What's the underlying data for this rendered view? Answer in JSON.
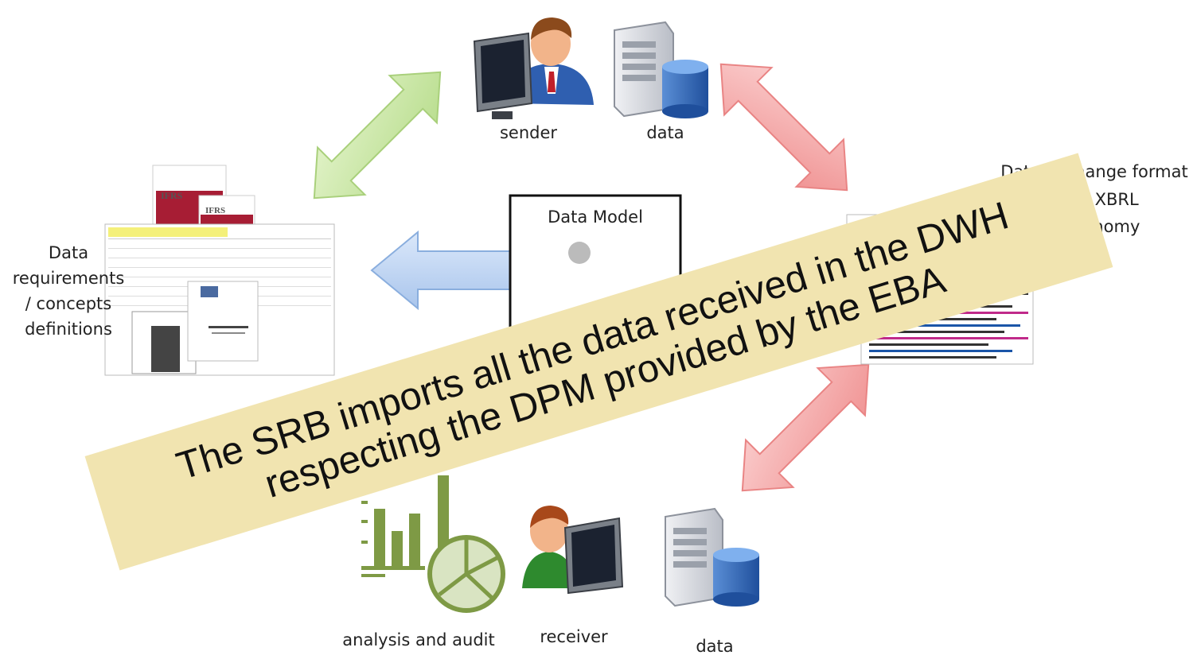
{
  "labels": {
    "sender": "sender",
    "data_top": "data",
    "data_exchange_line1": "Data exchange format",
    "data_exchange_line2": "e.g. XBRL",
    "data_exchange_line3": "taxonomy",
    "data_requirements_line1": "Data",
    "data_requirements_line2": "requirements",
    "data_requirements_line3": "/ concepts",
    "data_requirements_line4": "definitions",
    "data_model": "Data Model",
    "analysis": "analysis and audit",
    "receiver": "receiver",
    "data_bottom": "data"
  },
  "document_snippets": {
    "ifrs_logo": "IFRS"
  },
  "banner": {
    "line1": "The SRB imports all the data received in the DWH",
    "line2": "respecting the DPM provided by the EBA"
  },
  "colors": {
    "green_arrow": "#c6e6a0",
    "red_arrow": "#f4a3a3",
    "blue_arrow": "#bcd4f2",
    "banner": "#f1e4b0",
    "olive_chart": "#7e9a45"
  }
}
